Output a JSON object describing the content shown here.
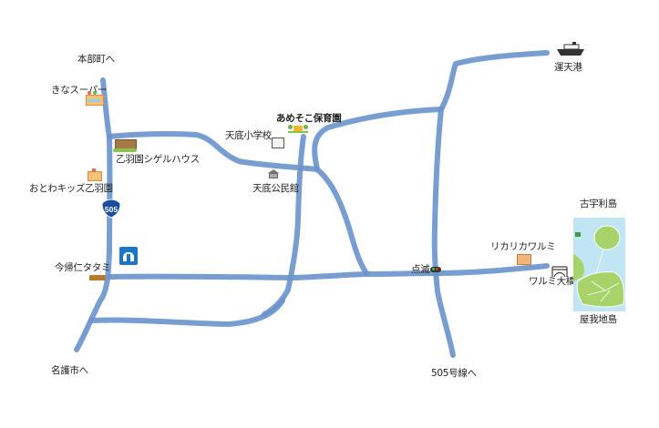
{
  "map": {
    "road_color": "#6d95cc",
    "destinations": {
      "north": "本部町へ",
      "south_west": "名護市へ",
      "south": "505号線へ",
      "port": "運天港"
    },
    "places": {
      "supermarket": "きなスーパー",
      "group_home": "乙羽園シゲルハウス",
      "kids": "おとわキッズ乙羽園",
      "route_number": "505",
      "tatami": "今帰仁タタミ",
      "nursery": "あめそこ保育園",
      "school": "天底小学校",
      "community_hall": "天底公民館",
      "signal": "点滅",
      "rikari": "リカリカワルミ",
      "bridge": "ワルミ大橋",
      "island_north": "古宇利島",
      "island_south": "屋我地島"
    }
  }
}
